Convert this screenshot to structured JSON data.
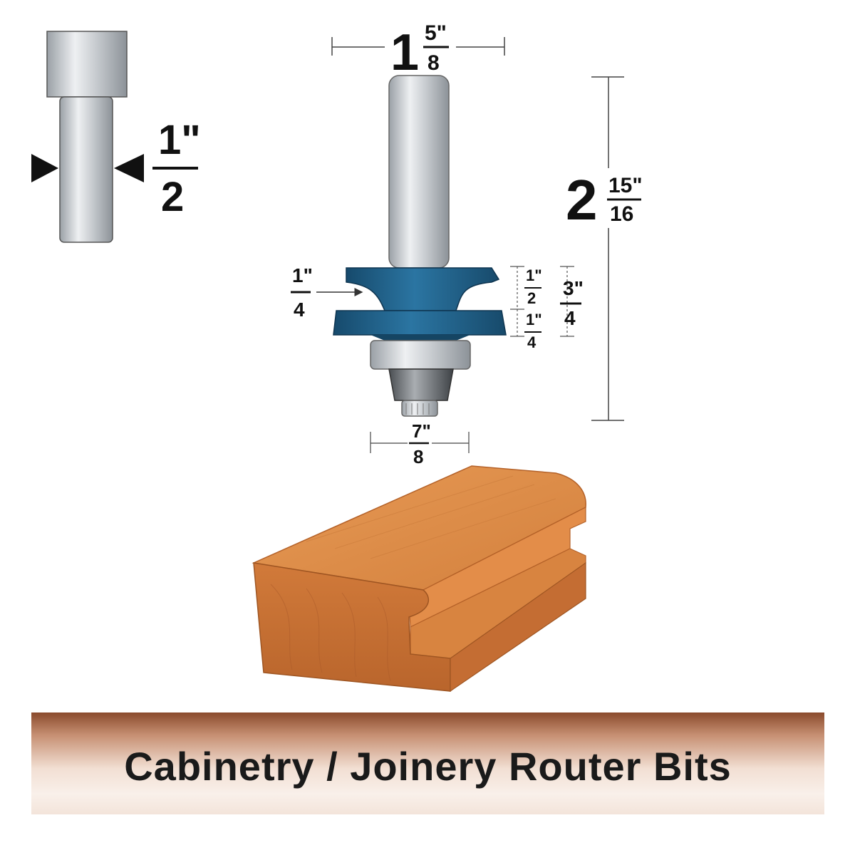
{
  "shank_diameter": {
    "whole": "1\"",
    "denominator": "2"
  },
  "cutting_diameter": {
    "whole": "1",
    "numerator": "5\"",
    "denominator": "8"
  },
  "overall_length": {
    "whole": "2",
    "numerator": "15\"",
    "denominator": "16"
  },
  "profile_radius": {
    "numerator": "1\"",
    "denominator": "4"
  },
  "upper_cut_height": {
    "numerator": "1\"",
    "denominator": "2"
  },
  "lower_cut_height": {
    "numerator": "1\"",
    "denominator": "4"
  },
  "total_cut_height": {
    "numerator": "3\"",
    "denominator": "4"
  },
  "bearing_diameter": {
    "numerator": "7\"",
    "denominator": "8"
  },
  "banner": {
    "title": "Cabinetry / Joinery Router Bits"
  },
  "colors": {
    "cutter_blue": "#1f5e86",
    "wood": "#d9833f",
    "banner_brown": "#8a4a2c"
  }
}
